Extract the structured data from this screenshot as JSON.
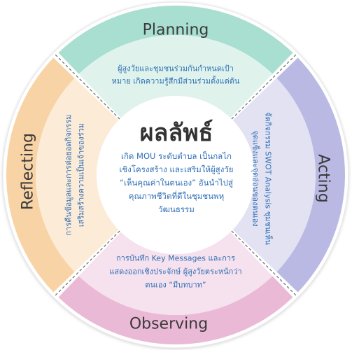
{
  "center": {
    "title": "ผลลัพธ์",
    "lines": [
      "เกิด MOU ระดับตำบล เป็นกลไก",
      "เชิงโครงสร้าง และเสริมให้ผู้สูงวัย",
      "“เห็นคุณค่าในตนเอง” อันนำไปสู่",
      "คุณภาพชีวิตที่ดีในชุมชนพหุ",
      "วัฒนธรรม"
    ]
  },
  "sections": {
    "planning": {
      "label": "Planning",
      "lines": [
        "ผู้สูงวัยและชุมชนร่วมกันกำหนดเป้า",
        "หมาย เกิดความรู้สึกมีส่วนร่วมตั้งแต่ต้น"
      ]
    },
    "acting": {
      "label": "Acting",
      "lines": [
        "จัดกิจกรรม SWOT Analysis ชุมชนเห็น",
        "จุดแข็งและจุดอ่อนของตนเอง"
      ]
    },
    "observing": {
      "label": "Observing",
      "lines": [
        "การบันทึก Key Messages และการ",
        "แสดงออกเชิงประจักษ์ ผู้สูงวัยตระหนักว่า",
        "ตนเอง “มีบทบาท”"
      ]
    },
    "reflecting": {
      "label": "Reflecting",
      "lines": [
        "การคืนข้อมูลและการต่อยอดกิจกรรม",
        "เสริมสร้างความเป็นเจ้าของร่วม"
      ]
    }
  },
  "colors": {
    "planning_outer": "#a8dfd0",
    "planning_inner": "#dff3ec",
    "acting_outer": "#b9b9e3",
    "acting_inner": "#e2e2f3",
    "observing_outer": "#eab9d6",
    "observing_inner": "#f6e1ee",
    "reflecting_outer": "#f8d3a6",
    "reflecting_inner": "#fcebd7",
    "label_text": "#3a3a3a",
    "body_text": "#2f6fb5"
  }
}
